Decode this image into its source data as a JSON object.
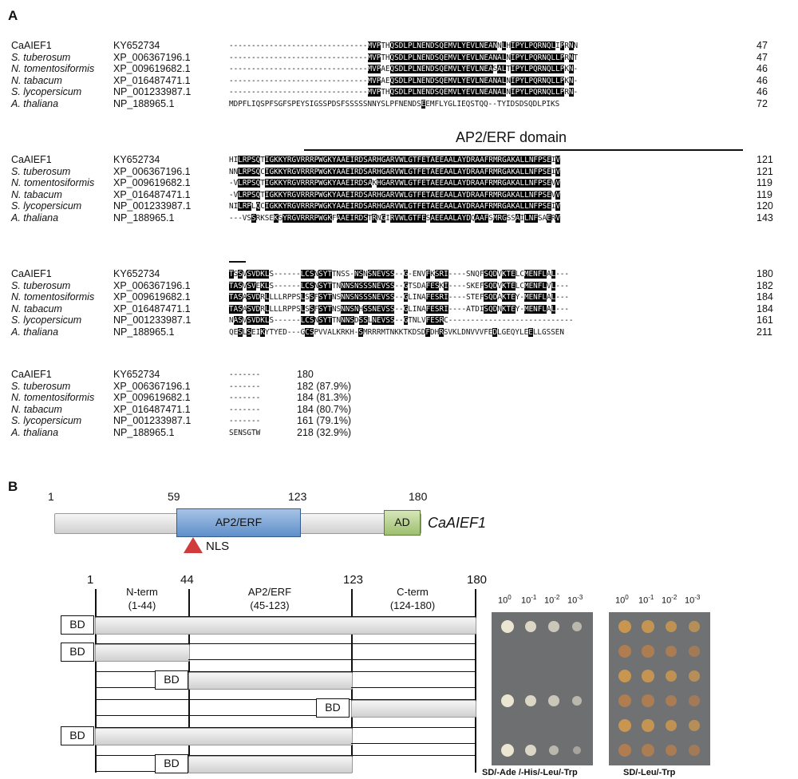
{
  "panelA": {
    "letter": "A",
    "domain_label": "AP2/ERF domain",
    "blocks": [
      {
        "rows": [
          {
            "name": "CaAIEF1",
            "italic": false,
            "acc": "KY652734",
            "seq": "-------------------------------MVPTHQSDLPLNENDSQEMVLYEVLNEANNLHIPYLPQRNQLIPRNN",
            "num": "47"
          },
          {
            "name": "S. tuberosum",
            "italic": true,
            "acc": "XP_006367196.1",
            "seq": "-------------------------------MVPTHQSDLPLNENDSQEMVLYEVLNEANALNIPYLPQRNQLLPRNT",
            "num": "47"
          },
          {
            "name": "N. tomentosiformis",
            "italic": true,
            "acc": "XP_009619682.1",
            "seq": "-------------------------------MVPAEQSDLPLNENDSQEMVLYEVLNEASALTIPYLPQRNQLLPKN-",
            "num": "46"
          },
          {
            "name": "N. tabacum",
            "italic": true,
            "acc": "XP_016487471.1",
            "seq": "-------------------------------MVPAEQSDLPLNENDSQEMVLYEVLNEANALNIPYLPQRNQLLPKN-",
            "num": "46"
          },
          {
            "name": "S. lycopersicum",
            "italic": true,
            "acc": "NP_001233987.1",
            "seq": "-------------------------------MVPTHQSDLPLNENDSQEMVLYEVLNEANALNIPYLPQRNQLLPRN-",
            "num": "46"
          },
          {
            "name": "A. thaliana",
            "italic": true,
            "acc": "NP_188965.1",
            "seq": "MDPFLIQSPFSGFSPEYSIGSSPDSFSSSSSNNYSLPFNENDSEEMFLYGLIEQSTQQ--TYIDSDSQDLPIKS",
            "num": "72"
          }
        ]
      },
      {
        "rows": [
          {
            "name": "CaAIEF1",
            "italic": false,
            "acc": "KY652734",
            "seq": "HILRPSQTIGKKYRGVRRRPWGKYAAEIRDSARHGARVWLGTFETAEEAALAYDRAAFRMRGAKALLNFPSEIV",
            "num": "121"
          },
          {
            "name": "S. tuberosum",
            "italic": true,
            "acc": "XP_006367196.1",
            "seq": "NNLRPSQCIGKKYRGVRRRPWGKYAAEIRDSARHGARVWLGTFETAEEAALAYDRAAFRMRGAKALLNFPSEIV",
            "num": "121"
          },
          {
            "name": "N. tomentosiformis",
            "italic": true,
            "acc": "XP_009619682.1",
            "seq": "-VLRPSQTIGKKYRGVRRRPWGKYAAEIRDSAKHGARVWLGTFETAEEAALAYDRAAFRMRGAKALLNFPSEVV",
            "num": "119"
          },
          {
            "name": "N. tabacum",
            "italic": true,
            "acc": "XP_016487471.1",
            "seq": "-VLRPSQTIGKKYRGVRRRPWGKYAAEIRDSARHGARVWLGTFETAEEAALAYDRAAFRMRGAKALLNFPSEVV",
            "num": "119"
          },
          {
            "name": "S. lycopersicum",
            "italic": true,
            "acc": "NP_001233987.1",
            "seq": "NILRPLQCIGKKYRGVRRRPWGKYAAEIRDSARHGARVWLGTFETAEEAALAYDRAAFRMRGAKALLNFPSEIV",
            "num": "120"
          },
          {
            "name": "A. thaliana",
            "italic": true,
            "acc": "NP_188965.1",
            "seq": "---VSSRKSEKSYRGVRRRPWGKFAAEIRDSTRNGIRVWLGTFESAEEAALAYDQAAFSMRGSSAILNFSAERV",
            "num": "143"
          }
        ]
      },
      {
        "rows": [
          {
            "name": "CaAIEF1",
            "italic": false,
            "acc": "KY652734",
            "seq": "TSSVSVDKLS------LCSNSYTTNSS-NSNSNEVSS--G-ENVFKSRI----SNQFSQDVKTELCMENFLAL---",
            "num": "180"
          },
          {
            "name": "S. tuberosum",
            "italic": true,
            "acc": "XP_006367196.1",
            "seq": "TASVSVEKLS------LCSNSYTTNNNSNSSSNEVSS--GTSDAFESKI----SKEFSQDVKTELCMENFLVL---",
            "num": "182"
          },
          {
            "name": "N. tomentosiformis",
            "italic": true,
            "acc": "XP_009619682.1",
            "seq": "TASASVDRLLLLRPPSLSSFSYTNSNNSNSSSNEVSS--GLINAFESRI----STEFSQDAKTEY-MENFLAL---",
            "num": "184"
          },
          {
            "name": "N. tabacum",
            "italic": true,
            "acc": "XP_016487471.1",
            "seq": "TASASVDRLLLLRPPSLSSFSYTNSNNSNHSSNEVSS--GLINAFESRI----ATDISQDNKTEY-MENFLAL---",
            "num": "184"
          },
          {
            "name": "S. lycopersicum",
            "italic": true,
            "acc": "NP_001233987.1",
            "seq": "NASVSVDKLS------LCSNSYTTNNNSDSSLNEVSS--GTNLVFESRC----------------------------",
            "num": "161"
          },
          {
            "name": "A. thaliana",
            "italic": true,
            "acc": "NP_188965.1",
            "seq": "QESLSEIKYTYED---GCSPVVALKRKH-SMRRRMTNKKTKDSDFDHRSVKLDNVVVFEDLGEQYLEELLGSSEN",
            "num": "211"
          }
        ]
      },
      {
        "rows": [
          {
            "name": "CaAIEF1",
            "italic": false,
            "acc": "KY652734",
            "seq": "-------",
            "num": "180"
          },
          {
            "name": "S. tuberosum",
            "italic": true,
            "acc": "XP_006367196.1",
            "seq": "-------",
            "num": "182 (87.9%)"
          },
          {
            "name": "N. tomentosiformis",
            "italic": true,
            "acc": "XP_009619682.1",
            "seq": "-------",
            "num": "184 (81.3%)"
          },
          {
            "name": "N. tabacum",
            "italic": true,
            "acc": "XP_016487471.1",
            "seq": "-------",
            "num": "184 (80.7%)"
          },
          {
            "name": "S. lycopersicum",
            "italic": true,
            "acc": "NP_001233987.1",
            "seq": "-------",
            "num": "161 (79.1%)"
          },
          {
            "name": "A. thaliana",
            "italic": true,
            "acc": "NP_188965.1",
            "seq": "SENSGTW",
            "num": "218 (32.9%)"
          }
        ]
      }
    ]
  },
  "panelB": {
    "letter": "B",
    "schematic": {
      "positions": [
        "1",
        "59",
        "123",
        "180"
      ],
      "domain_label": "AP2/ERF",
      "ad_label": "AD",
      "nls_label": "NLS",
      "gene_name": "CaAIEF1"
    },
    "constructs": {
      "positions": [
        "1",
        "44",
        "123",
        "180"
      ],
      "regions": [
        {
          "name": "N-term",
          "range": "(1-44)"
        },
        {
          "name": "AP2/ERF",
          "range": "(45-123)"
        },
        {
          "name": "C-term",
          "range": "(124-180)"
        }
      ],
      "bd_label": "BD"
    },
    "plates": [
      {
        "caption": "SD/-Ade /-His/-Leu/-Trp",
        "dilutions": [
          "10",
          "10",
          "10",
          "10"
        ],
        "exps": [
          "0",
          "-1",
          "-2",
          "-3"
        ],
        "growth": [
          [
            1,
            0.8,
            0.6,
            0.4
          ],
          [
            0,
            0,
            0,
            0
          ],
          [
            0,
            0,
            0,
            0
          ],
          [
            1,
            0.8,
            0.6,
            0.4
          ],
          [
            0,
            0,
            0,
            0
          ],
          [
            1,
            0.8,
            0.4,
            0.15
          ]
        ]
      },
      {
        "caption": "SD/-Leu/-Trp",
        "dilutions": [
          "10",
          "10",
          "10",
          "10"
        ],
        "exps": [
          "0",
          "-1",
          "-2",
          "-3"
        ],
        "growth": [
          [
            1,
            0.9,
            0.8,
            0.6
          ],
          [
            1,
            0.9,
            0.8,
            0.6
          ],
          [
            1,
            0.9,
            0.8,
            0.6
          ],
          [
            1,
            0.9,
            0.8,
            0.6
          ],
          [
            1,
            0.9,
            0.8,
            0.6
          ],
          [
            1,
            0.9,
            0.8,
            0.6
          ]
        ]
      }
    ]
  }
}
